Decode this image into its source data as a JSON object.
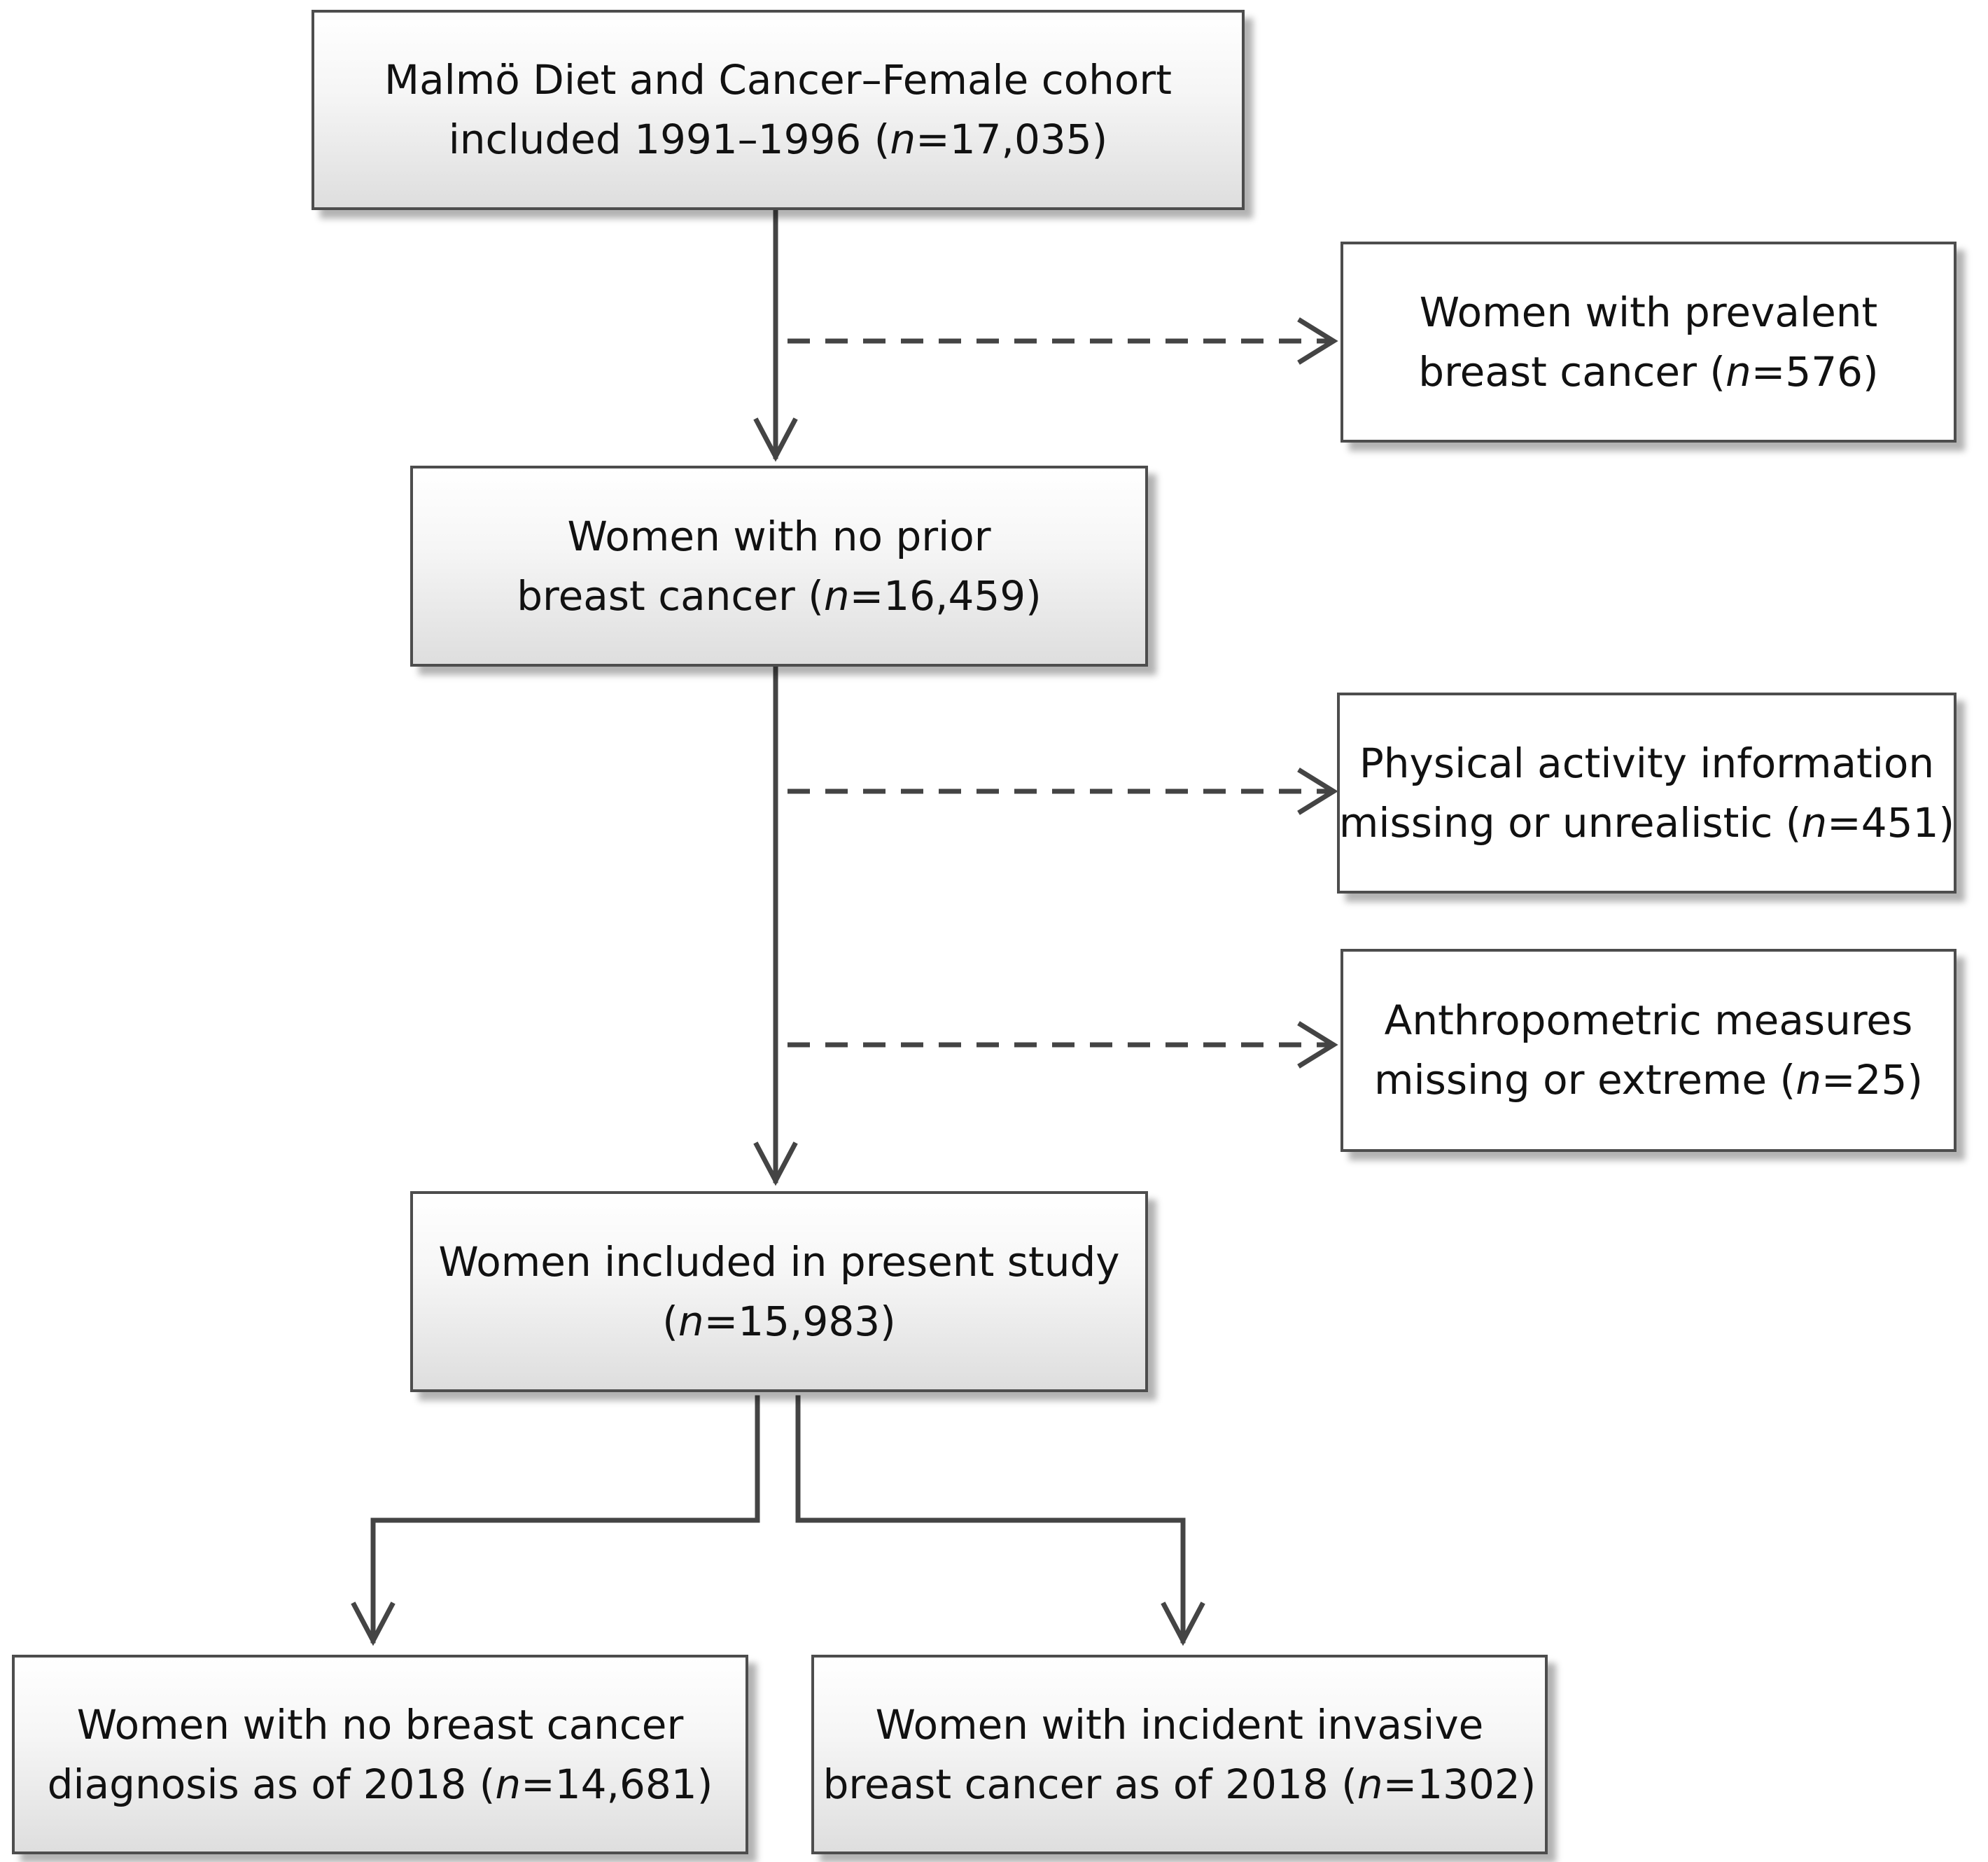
{
  "boxes": {
    "cohort": {
      "line1": "Malmö Diet and Cancer–Female cohort",
      "line2_pre": "included 1991–1996 (",
      "n_label": "n",
      "line2_post": "=17,035)"
    },
    "prevalent": {
      "line1": "Women with prevalent",
      "line2_pre": "breast cancer (",
      "n_label": "n",
      "line2_post": "=576)"
    },
    "no_prior": {
      "line1": "Women with no prior",
      "line2_pre": "breast cancer (",
      "n_label": "n",
      "line2_post": "=16,459)"
    },
    "physical_activity": {
      "line1": "Physical activity information",
      "line2_pre": "missing or unrealistic (",
      "n_label": "n",
      "line2_post": "=451)"
    },
    "anthropometric": {
      "line1": "Anthropometric measures",
      "line2_pre": "missing or extreme (",
      "n_label": "n",
      "line2_post": "=25)"
    },
    "included": {
      "line1": "Women included in present study",
      "line2_pre": "(",
      "n_label": "n",
      "line2_post": "=15,983)"
    },
    "no_cancer": {
      "line1": "Women with no breast cancer",
      "line2_pre": "diagnosis as of 2018 (",
      "n_label": "n",
      "line2_post": "=14,681)"
    },
    "incident": {
      "line1": "Women with incident invasive",
      "line2_pre": "breast cancer as of 2018 (",
      "n_label": "n",
      "line2_post": "=1302)"
    }
  },
  "colors": {
    "border": "#4d4d4d",
    "arrow": "#444444",
    "gradient_top": "#ffffff",
    "gradient_bottom": "#dedede"
  }
}
